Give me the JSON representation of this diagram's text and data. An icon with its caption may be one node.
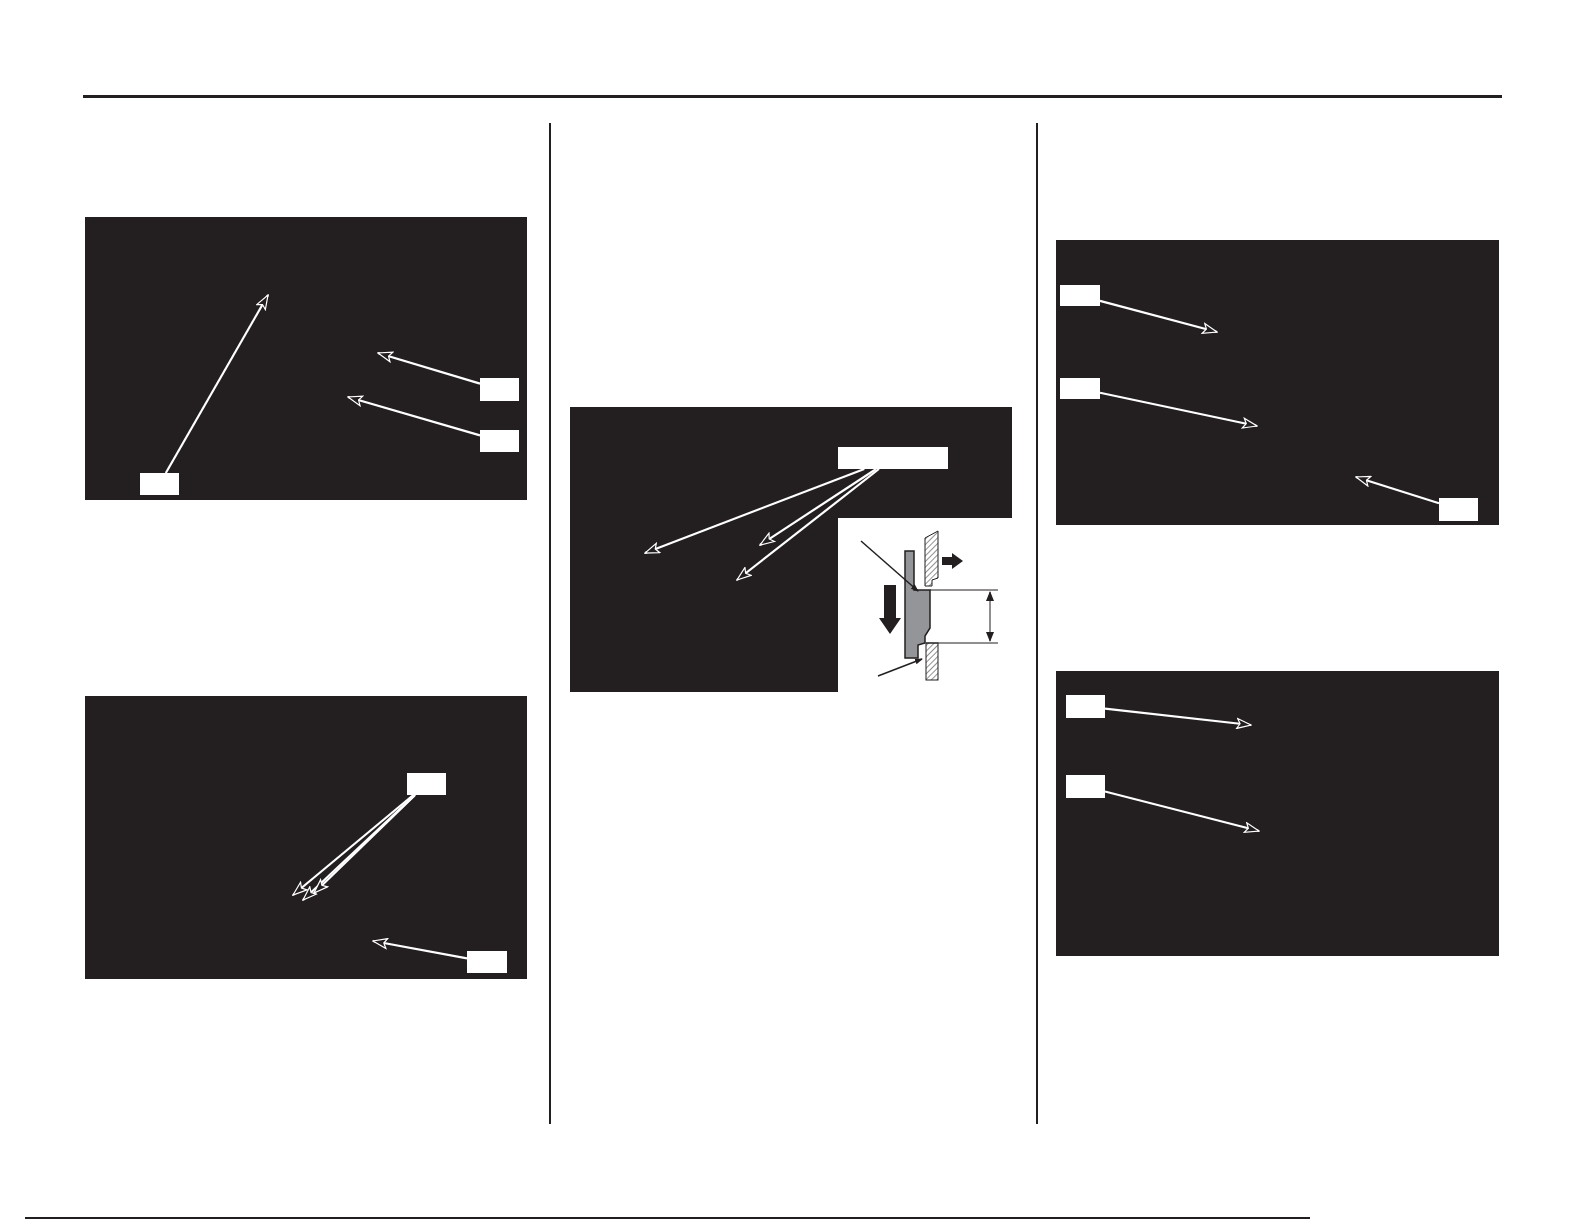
{
  "diagram": {
    "nodes": [
      {
        "text": [],
        "shape": "box"
      },
      {
        "text": [],
        "shape": "box",
        "in": 0
      },
      {
        "text": [],
        "shape": "box",
        "in": 0
      },
      {
        "text": [],
        "shape": "box",
        "in": 0
      },
      {
        "text": [],
        "shape": "box"
      },
      {
        "text": [],
        "shape": "box",
        "in": 4
      },
      {
        "text": [],
        "shape": "box",
        "in": 4
      },
      {
        "text": [],
        "shape": "box"
      },
      {
        "text": [],
        "shape": "box",
        "in": 7
      },
      {
        "text": [],
        "shape": "box"
      },
      {
        "text": [],
        "shape": "box",
        "in": 9
      },
      {
        "text": [],
        "shape": "box",
        "in": 9
      },
      {
        "text": [],
        "shape": "box",
        "in": 9
      },
      {
        "text": [],
        "shape": "box"
      },
      {
        "text": [],
        "shape": "box",
        "in": 13
      },
      {
        "text": [],
        "shape": "box",
        "in": 13
      }
    ],
    "edges": [
      {
        "from": 1,
        "to": null,
        "arrow": "to"
      },
      {
        "from": 2,
        "to": null,
        "arrow": "to"
      },
      {
        "from": 3,
        "to": null,
        "arrow": "to"
      },
      {
        "from": 5,
        "to": null,
        "arrow": "to"
      },
      {
        "from": 5,
        "to": null,
        "arrow": "to"
      },
      {
        "from": 5,
        "to": null,
        "arrow": "to"
      },
      {
        "from": 6,
        "to": null,
        "arrow": "to"
      },
      {
        "from": 8,
        "to": null,
        "arrow": "to"
      },
      {
        "from": 8,
        "to": null,
        "arrow": "to"
      },
      {
        "from": 8,
        "to": null,
        "arrow": "to"
      },
      {
        "from": 10,
        "to": null,
        "arrow": "to"
      },
      {
        "from": 11,
        "to": null,
        "arrow": "to"
      },
      {
        "from": 12,
        "to": null,
        "arrow": "to"
      },
      {
        "from": 14,
        "to": null,
        "arrow": "to"
      },
      {
        "from": 15,
        "to": null,
        "arrow": "to"
      }
    ]
  }
}
